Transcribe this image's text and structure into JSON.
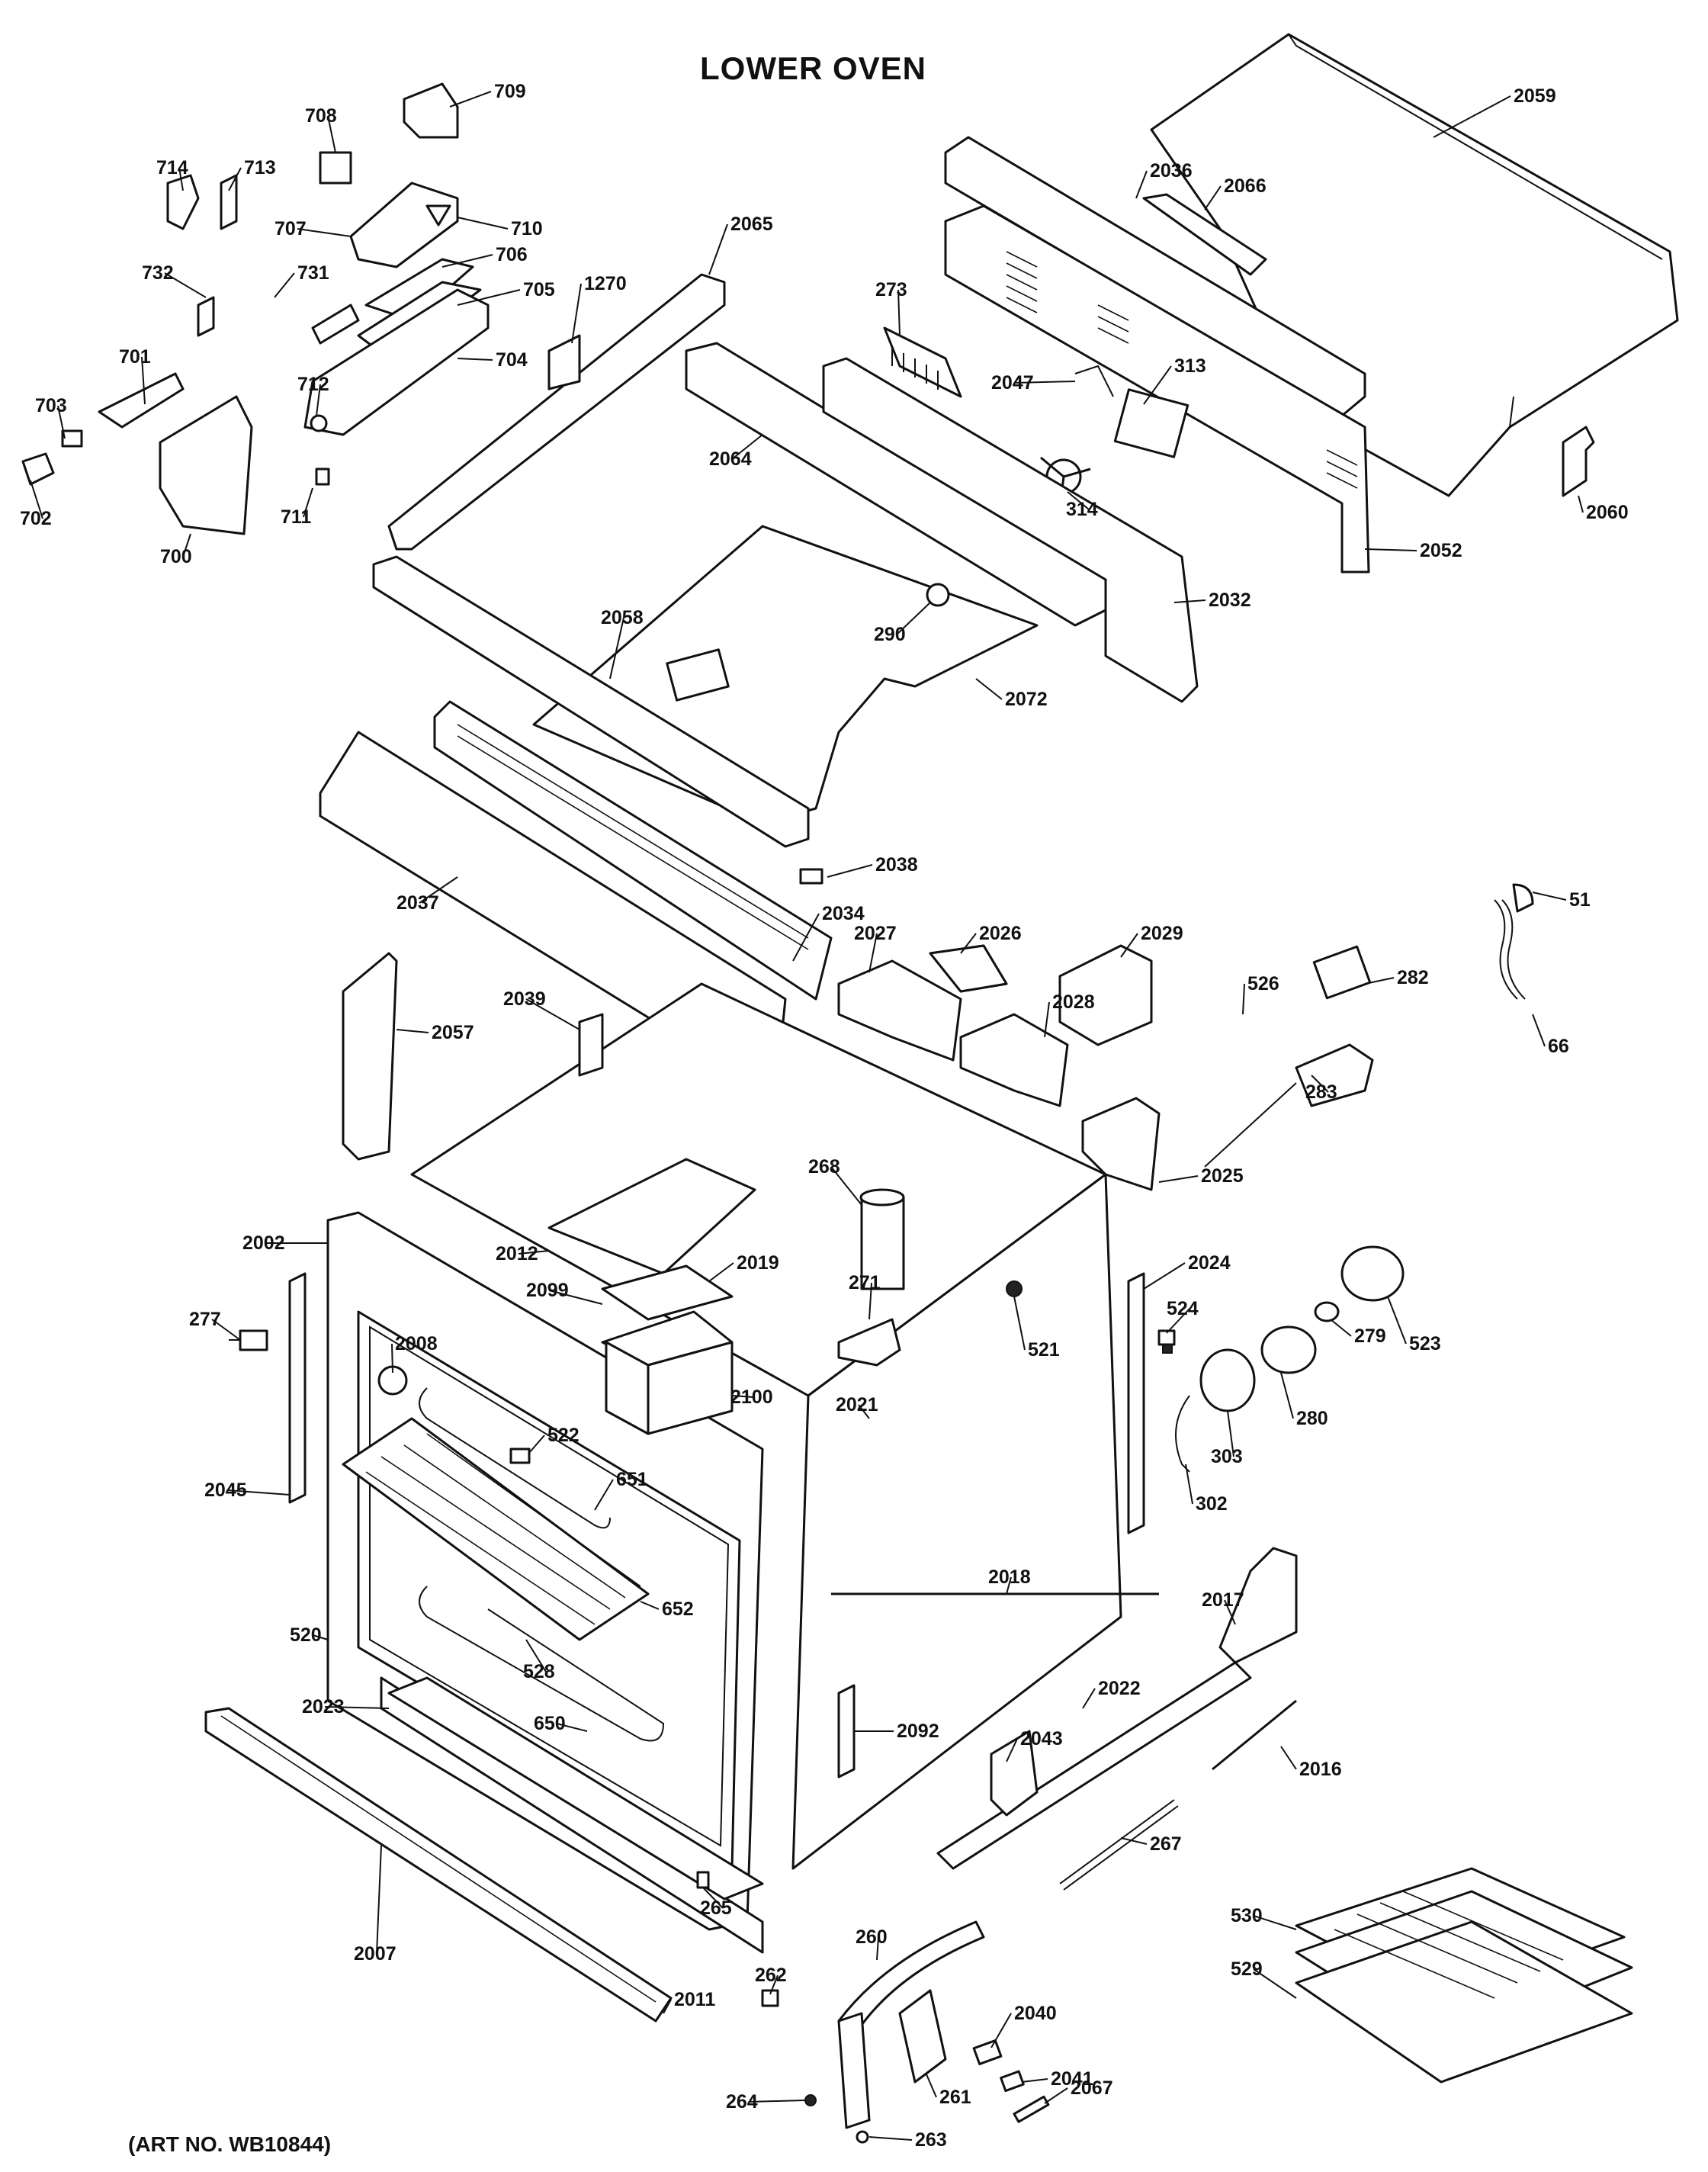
{
  "title": "LOWER OVEN",
  "art_number": "(ART NO. WB10844)",
  "callouts": [
    "709",
    "708",
    "714",
    "713",
    "707",
    "710",
    "706",
    "732",
    "731",
    "705",
    "1270",
    "2065",
    "701",
    "712",
    "704",
    "703",
    "702",
    "711",
    "700",
    "273",
    "2064",
    "2047",
    "313",
    "314",
    "2059",
    "2036",
    "2066",
    "2052",
    "2060",
    "2032",
    "290",
    "2072",
    "2058",
    "2038",
    "2037",
    "2034",
    "2027",
    "2026",
    "2029",
    "526",
    "282",
    "51",
    "66",
    "283",
    "2057",
    "2039",
    "2028",
    "268",
    "2025",
    "2002",
    "2012",
    "2019",
    "2099",
    "271",
    "521",
    "2024",
    "524",
    "523",
    "279",
    "277",
    "2008",
    "2100",
    "2021",
    "280",
    "303",
    "302",
    "522",
    "651",
    "2045",
    "2018",
    "652",
    "520",
    "528",
    "2017",
    "2023",
    "650",
    "2092",
    "2022",
    "2043",
    "2016",
    "267",
    "265",
    "530",
    "529",
    "2007",
    "260",
    "262",
    "2011",
    "2040",
    "2041",
    "261",
    "2067",
    "264",
    "263"
  ]
}
